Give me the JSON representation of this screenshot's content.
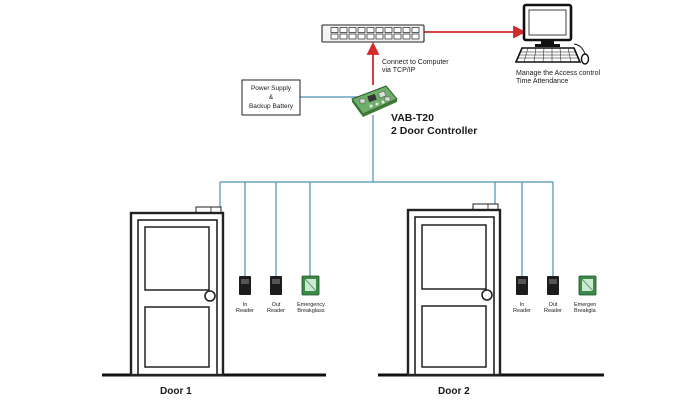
{
  "network": {
    "connect_line1": "Connect to Computer",
    "connect_line2": "via TCP/IP"
  },
  "computer": {
    "caption_line1": "Manage the Access control",
    "caption_line2": "Time Attendance"
  },
  "power": {
    "line1": "Power Supply",
    "line2": "&",
    "line3": "Backup Battery"
  },
  "controller": {
    "model": "VAB-T20",
    "description": "2 Door Controller"
  },
  "doors": [
    {
      "label": "Door 1",
      "devices": {
        "in_reader_line1": "In",
        "in_reader_line2": "Reader",
        "out_reader_line1": "Out",
        "out_reader_line2": "Reader",
        "breakglass_line1": "Emergency",
        "breakglass_line2": "Breakglass"
      }
    },
    {
      "label": "Door 2",
      "devices": {
        "in_reader_line1": "In",
        "in_reader_line2": "Reader",
        "out_reader_line1": "Out",
        "out_reader_line2": "Reader",
        "breakglass_line1": "Emergen",
        "breakglass_line2": "Breakgla"
      }
    }
  ],
  "colors": {
    "wire": "#4a90b8",
    "network_arrow": "#d42a2a",
    "outline": "#222222",
    "breakglass": "#3a8a4a"
  }
}
